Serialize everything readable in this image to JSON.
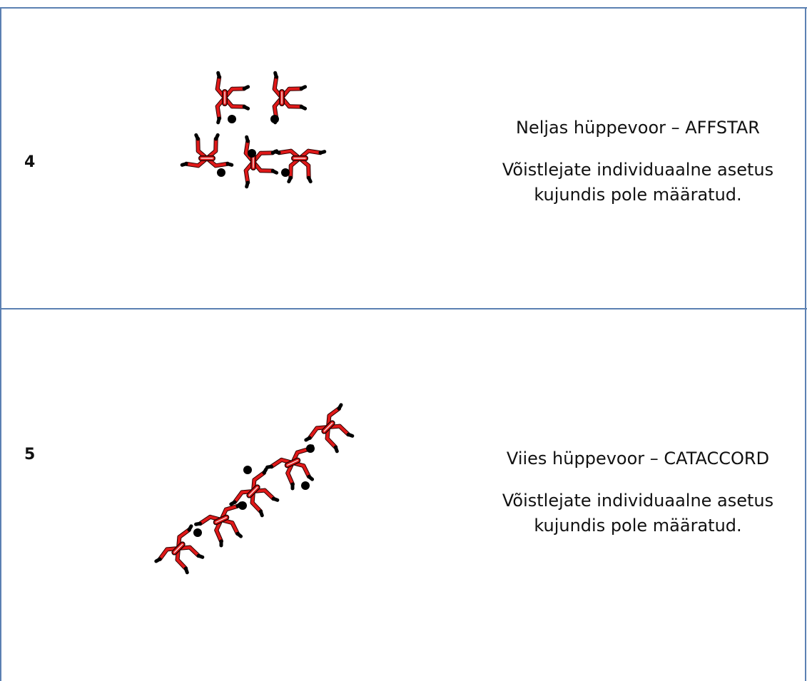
{
  "rows": [
    {
      "number": "4",
      "title": "Neljas hüppevoor – AFFSTAR",
      "note": "Võistlejate individuaalne asetus kujundis pole määratud."
    },
    {
      "number": "5",
      "title": "Viies hüppevoor – CATACCORD",
      "note": "Võistlejate individuaalne asetus kujundis pole määratud."
    }
  ],
  "colors": {
    "border": "#5b80b2",
    "figure_body": "#e01919",
    "figure_outline": "#2a0000",
    "figure_head": "#000000"
  }
}
